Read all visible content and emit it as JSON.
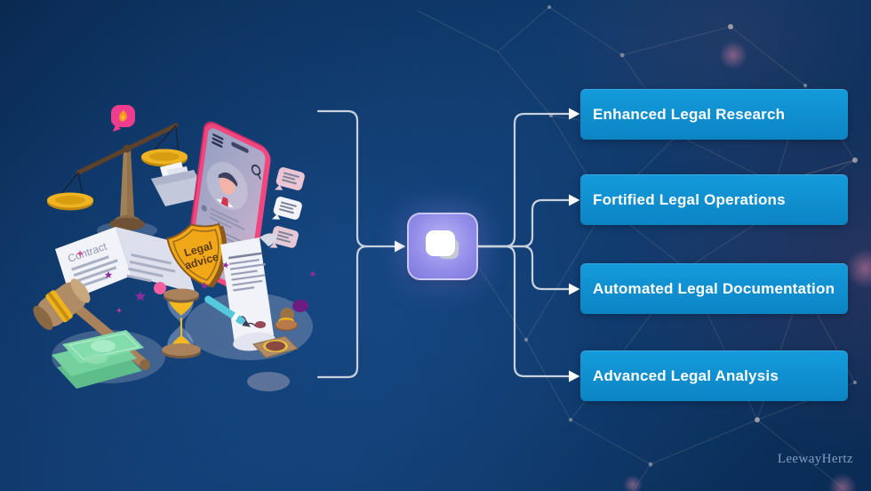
{
  "watermark": "LeewayHertz",
  "center_node": {
    "icon": "layers-icon",
    "fill": "#8f89e9"
  },
  "branches": [
    {
      "label": "Enhanced Legal Research"
    },
    {
      "label": "Fortified Legal Operations"
    },
    {
      "label": "Automated Legal Documentation"
    },
    {
      "label": "Advanced Legal Analysis"
    }
  ],
  "illustration": {
    "contract_label": "Contract",
    "shield_line1": "Legal",
    "shield_line2": "advice",
    "items": [
      "balance-scale",
      "smartphone-lawyer-profile",
      "legal-advice-shield",
      "contract-document",
      "signed-scroll-with-pen",
      "gavel",
      "money-bills",
      "hourglass",
      "stamp-and-ink-pad",
      "chat-bubbles",
      "flame-chat-bubble"
    ]
  },
  "colors": {
    "background_navy": "#0d3160",
    "branch_box_blue": "#0f93d4",
    "node_purple": "#8f89e9",
    "connector_gray": "#d6dbe6",
    "box_text": "#ffffff",
    "gold": "#f0ad18",
    "phone_pink": "#f2467f"
  }
}
